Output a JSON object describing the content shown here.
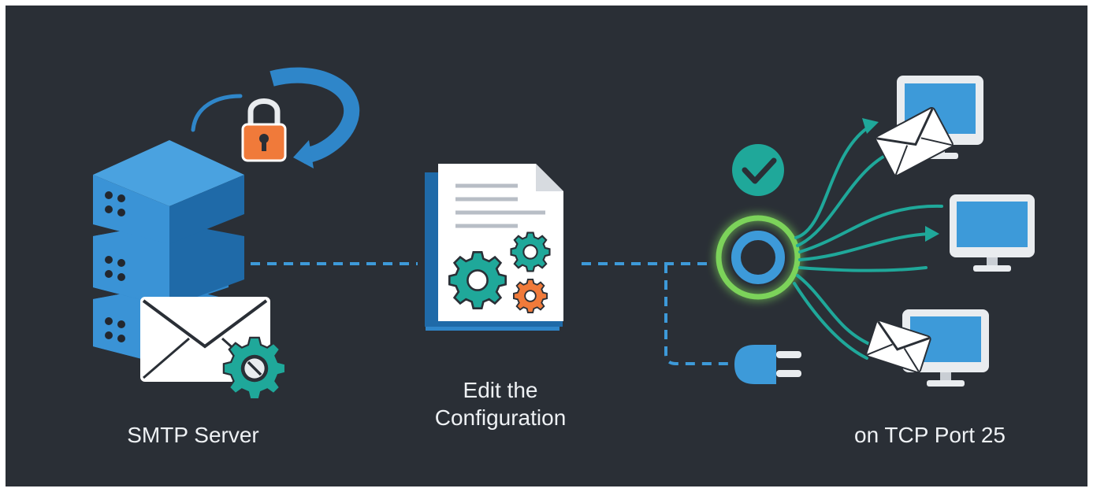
{
  "labels": {
    "smtp_server": "SMTP Server",
    "edit_line1": "Edit the",
    "edit_line2": "Configuration",
    "port": "on TCP Port 25"
  },
  "colors": {
    "background": "#2a2f36",
    "server_blue": "#2f86c9",
    "server_blue_light": "#4aa2e0",
    "teal": "#1fa89a",
    "orange": "#f07a3a",
    "green_glow": "#7bd35a",
    "envelope": "#ffffff",
    "monitor_body": "#e9ecef",
    "monitor_screen": "#3d9ad9"
  },
  "icons": [
    "server-stack-icon",
    "lock-icon",
    "refresh-arrow-icon",
    "envelope-icon",
    "gear-icon",
    "document-icon",
    "check-icon",
    "port-ring-icon",
    "plug-icon",
    "monitor-icon"
  ]
}
